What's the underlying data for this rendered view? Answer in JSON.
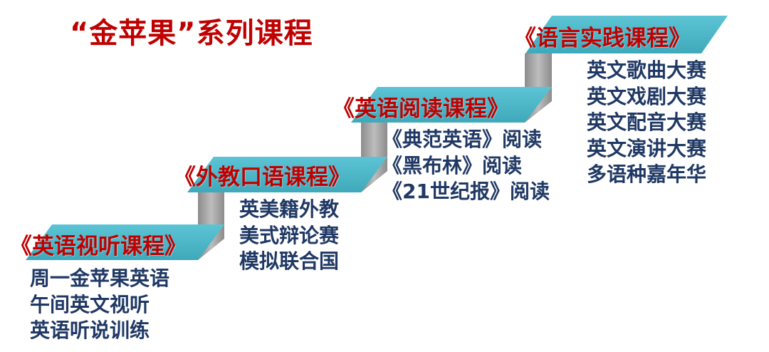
{
  "title": "“金苹果”系列课程",
  "colors": {
    "accent": "#c00000",
    "item_text": "#1f3864",
    "step_top": "#4fb8c9",
    "step_riser": "#a0a0a0"
  },
  "steps": [
    {
      "title": "《英语视听课程》",
      "items": [
        "周一金苹果英语",
        "午间英文视听",
        "英语听说训练"
      ]
    },
    {
      "title": "《外教口语课程》",
      "items": [
        "英美籍外教",
        "美式辩论赛",
        "模拟联合国"
      ]
    },
    {
      "title": "《英语阅读课程》",
      "items": [
        "《典范英语》阅读",
        "《黑布林》阅读",
        "《21世纪报》阅读"
      ]
    },
    {
      "title": "《语言实践课程》",
      "items": [
        "英文歌曲大赛",
        "英文戏剧大赛",
        "英文配音大赛",
        "英文演讲大赛",
        "多语种嘉年华"
      ]
    }
  ]
}
